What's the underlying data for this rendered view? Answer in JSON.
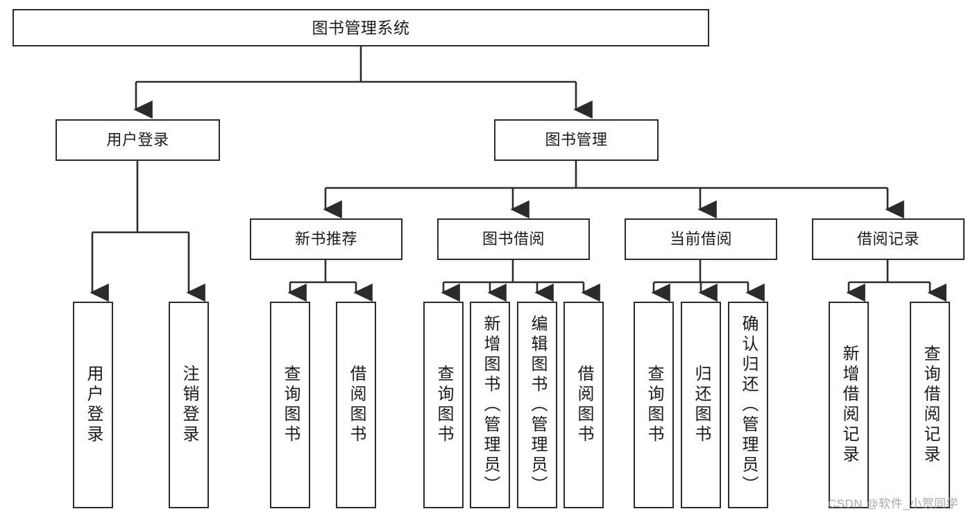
{
  "diagram": {
    "title": "图书管理系统",
    "type": "tree-hierarchy",
    "watermark": "CSDN @软件_小贺同学",
    "colors": {
      "background": "#ffffff",
      "box_border": "#2b2b2b",
      "box_fill": "#ffffff",
      "text": "#1a1a1a",
      "edge": "#2b2b2b",
      "watermark": "#9a9a9a"
    },
    "nodes": {
      "root": {
        "label": "图书管理系统"
      },
      "level2": [
        {
          "id": "user-login",
          "label": "用户登录"
        },
        {
          "id": "book-manage",
          "label": "图书管理"
        }
      ],
      "level3": [
        {
          "id": "new-book-recommend",
          "label": "新书推荐"
        },
        {
          "id": "book-borrow",
          "label": "图书借阅"
        },
        {
          "id": "current-borrow",
          "label": "当前借阅"
        },
        {
          "id": "borrow-record",
          "label": "借阅记录"
        }
      ],
      "leaves": {
        "user_login": [
          {
            "id": "leaf-user-login",
            "label": "用户登录"
          },
          {
            "id": "leaf-logout-login",
            "label": "注销登录"
          }
        ],
        "new_book_recommend": [
          {
            "id": "leaf-query-book-1",
            "label": "查询图书"
          },
          {
            "id": "leaf-borrow-book-1",
            "label": "借阅图书"
          }
        ],
        "book_borrow": [
          {
            "id": "leaf-query-book-2",
            "label": "查询图书"
          },
          {
            "id": "leaf-add-book",
            "label": "新增图书（管理员）"
          },
          {
            "id": "leaf-edit-book",
            "label": "编辑图书（管理员）"
          },
          {
            "id": "leaf-borrow-book-2",
            "label": "借阅图书"
          }
        ],
        "current_borrow": [
          {
            "id": "leaf-query-book-3",
            "label": "查询图书"
          },
          {
            "id": "leaf-return-book",
            "label": "归还图书"
          },
          {
            "id": "leaf-confirm-return",
            "label": "确认归还（管理员）"
          }
        ],
        "borrow_record": [
          {
            "id": "leaf-add-record",
            "label": "新增借阅记录"
          },
          {
            "id": "leaf-query-record",
            "label": "查询借阅记录"
          }
        ]
      }
    }
  }
}
